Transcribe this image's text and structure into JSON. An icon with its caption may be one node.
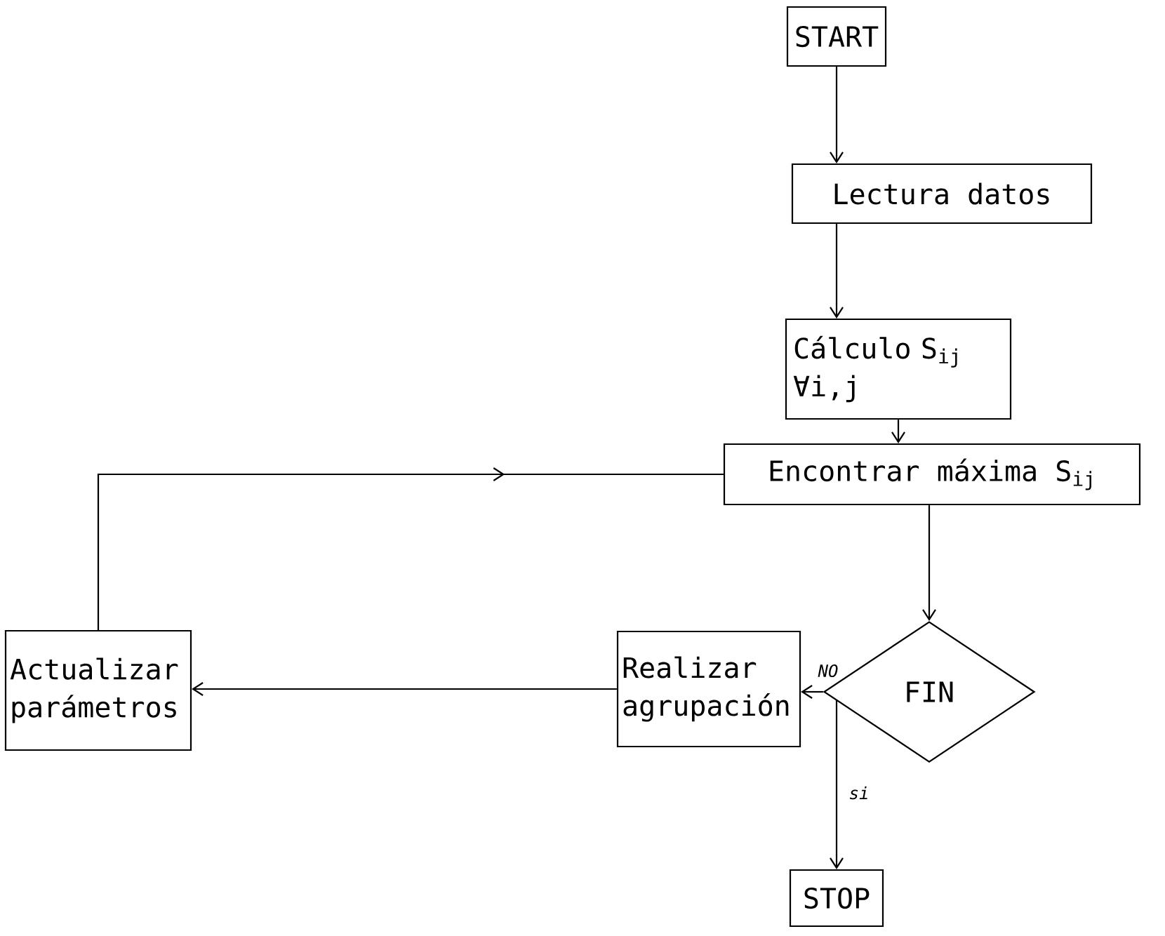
{
  "diagram": {
    "nodes": [
      {
        "text": [
          "START"
        ]
      },
      {
        "text": [
          "Lectura datos"
        ]
      },
      {
        "text": [
          "Cálculo S$_{ij}$ ∀i,j"
        ]
      },
      {
        "text": [
          "Encontrar máxima S$_{ij}$"
        ]
      },
      {
        "text": [
          "FIN"
        ]
      },
      {
        "text": [
          "Realizar agrupación"
        ]
      },
      {
        "text": [
          "Actualizar parámetros"
        ]
      },
      {
        "text": [
          "STOP"
        ]
      }
    ],
    "edges": [
      {
        "from": 0,
        "to": 1,
        "arrow": "to"
      },
      {
        "from": 1,
        "to": 2,
        "arrow": "to"
      },
      {
        "from": 2,
        "to": 3,
        "arrow": "to"
      },
      {
        "from": 3,
        "to": 4,
        "arrow": "to"
      },
      {
        "from": 4,
        "to": 5,
        "arrow": "to",
        "label": "NO"
      },
      {
        "from": 5,
        "to": 6,
        "arrow": "to"
      },
      {
        "from": 6,
        "to": 3,
        "arrow": "to"
      },
      {
        "from": 4,
        "to": 7,
        "arrow": "to",
        "label": "si"
      }
    ]
  }
}
